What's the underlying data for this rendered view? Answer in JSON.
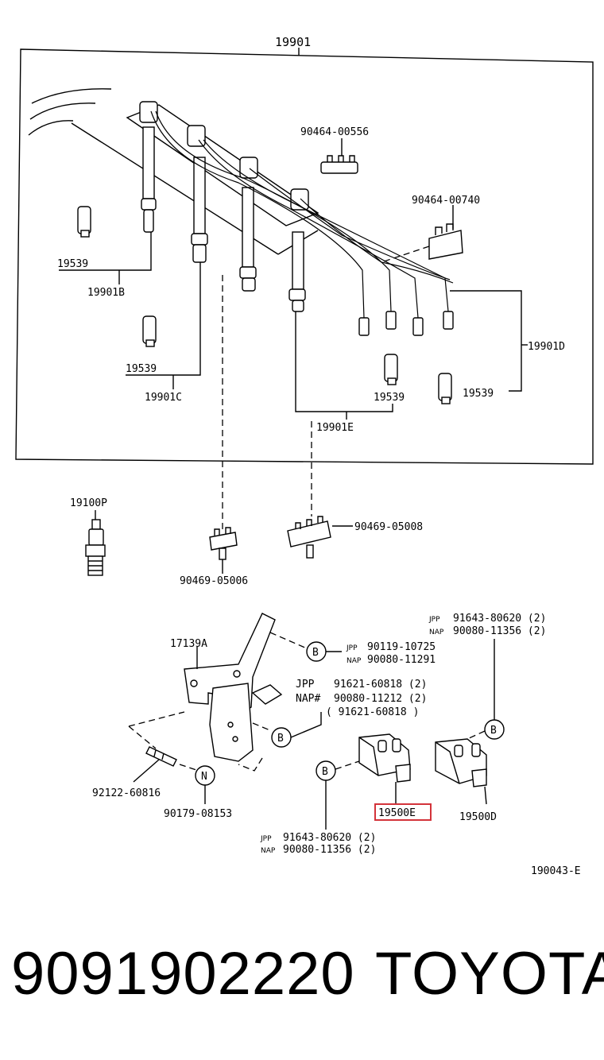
{
  "diagram": {
    "assembly_title": "19901",
    "labels": {
      "clamp_a": "90464-00556",
      "clamp_b": "90464-00740",
      "cap_1": "19539",
      "wire_b": "19901B",
      "cap_2": "19539",
      "wire_c": "19901C",
      "cap_3": "19539",
      "wire_e": "19901E",
      "cap_4": "19539",
      "wire_d": "19901D",
      "spark_plug": "19100P",
      "clip_a": "90469-05008",
      "clip_b": "90469-05006",
      "bracket": "17139A",
      "stud": "92122-60816",
      "nut_ref": "90179-08153",
      "coil_e": "19500E",
      "coil_d": "19500D",
      "figure_code": "190043-E"
    },
    "callouts": {
      "b": "B",
      "n": "N"
    },
    "bolt_note_1": {
      "jpp_tag": "JPP",
      "jpp": "90119-10725",
      "nap_tag": "NAP",
      "nap": "90080-11291"
    },
    "bolt_note_2": {
      "jpp_tag": "JPP",
      "jpp": "91621-60818 (2)",
      "nap_tag": "NAP#",
      "nap": "90080-11212 (2)",
      "alt": "( 91621-60818 )"
    },
    "bolt_note_3": {
      "jpp_tag": "JPP",
      "jpp": "91643-80620 (2)",
      "nap_tag": "NAP",
      "nap": "90080-11356 (2)"
    },
    "bolt_note_4": {
      "jpp_tag": "JPP",
      "jpp": "91643-80620 (2)",
      "nap_tag": "NAP",
      "nap": "90080-11356 (2)"
    },
    "highlight_color": "#d3333a"
  },
  "footer": {
    "part_number": "9091902220",
    "brand": "TOYOTA"
  }
}
